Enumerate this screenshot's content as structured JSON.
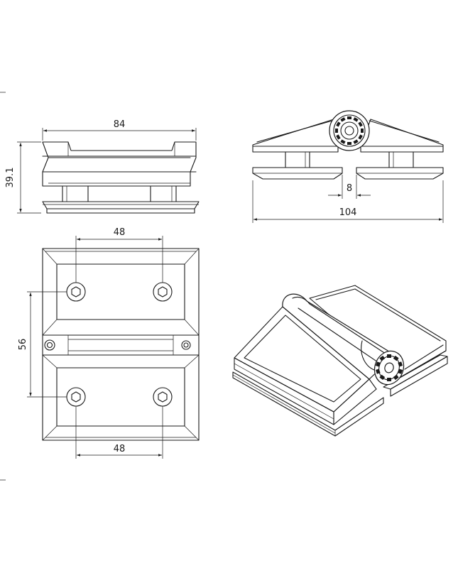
{
  "dimensions": {
    "front_width": "84",
    "front_height": "39.1",
    "top_hole_spacing": "48",
    "bottom_hole_spacing": "48",
    "vertical_hole_spacing": "56",
    "side_gap": "8",
    "side_overall_width": "104"
  },
  "colors": {
    "line": "#1a1a1a",
    "background": "#ffffff"
  }
}
